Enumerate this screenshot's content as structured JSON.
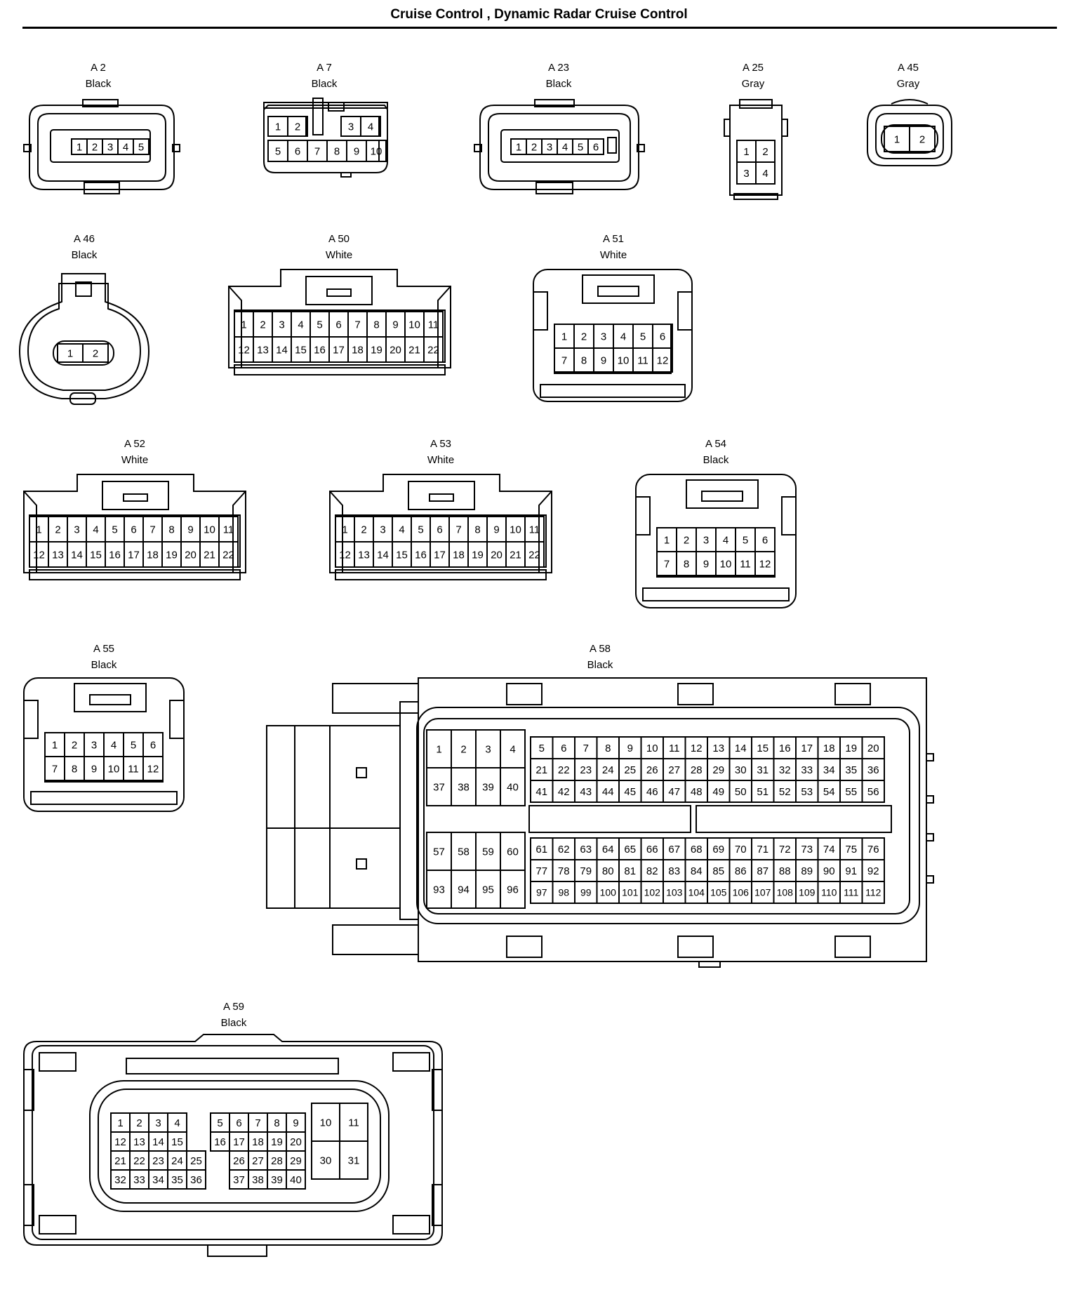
{
  "title": "Cruise Control , Dynamic Radar Cruise Control",
  "connectors": [
    {
      "id": "A 2",
      "color": "Black",
      "pins": [
        "1",
        "2",
        "3",
        "4",
        "5"
      ]
    },
    {
      "id": "A 7",
      "color": "Black",
      "pins": [
        "1",
        "2",
        "3",
        "4",
        "5",
        "6",
        "7",
        "8",
        "9",
        "10"
      ]
    },
    {
      "id": "A 23",
      "color": "Black",
      "pins": [
        "1",
        "2",
        "3",
        "4",
        "5",
        "6"
      ]
    },
    {
      "id": "A 25",
      "color": "Gray",
      "pins": [
        "1",
        "2",
        "3",
        "4"
      ]
    },
    {
      "id": "A 45",
      "color": "Gray",
      "pins": [
        "1",
        "2"
      ]
    },
    {
      "id": "A 46",
      "color": "Black",
      "pins": [
        "1",
        "2"
      ]
    },
    {
      "id": "A 50",
      "color": "White",
      "pin_count": 22
    },
    {
      "id": "A 51",
      "color": "White",
      "pin_count": 12
    },
    {
      "id": "A 52",
      "color": "White",
      "pin_count": 22
    },
    {
      "id": "A 53",
      "color": "White",
      "pin_count": 22
    },
    {
      "id": "A 54",
      "color": "Black",
      "pin_count": 12
    },
    {
      "id": "A 55",
      "color": "Black",
      "pin_count": 12
    },
    {
      "id": "A 58",
      "color": "Black",
      "pin_count": 112
    },
    {
      "id": "A 59",
      "color": "Black",
      "pin_count": 40
    }
  ]
}
